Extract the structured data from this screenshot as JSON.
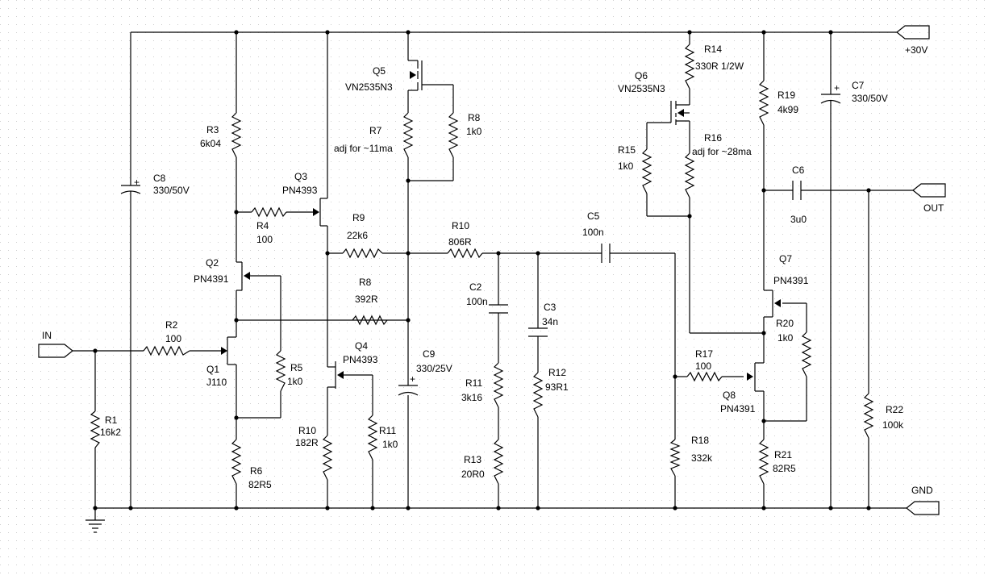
{
  "ports": {
    "in": "IN",
    "out": "OUT",
    "gnd": "GND",
    "vplus": "+30V"
  },
  "components": {
    "R1": {
      "ref": "R1",
      "value": "16k2"
    },
    "R2": {
      "ref": "R2",
      "value": "100"
    },
    "R3": {
      "ref": "R3",
      "value": "6k04"
    },
    "R4": {
      "ref": "R4",
      "value": "100"
    },
    "R5": {
      "ref": "R5",
      "value": "1k0"
    },
    "R6": {
      "ref": "R6",
      "value": "82R5"
    },
    "R7": {
      "ref": "R7",
      "value": "adj for ~11ma"
    },
    "R8a": {
      "ref": "R8",
      "value": "1k0"
    },
    "R8b": {
      "ref": "R8",
      "value": "392R"
    },
    "R9": {
      "ref": "R9",
      "value": "22k6"
    },
    "R10a": {
      "ref": "R10",
      "value": "806R"
    },
    "R10b": {
      "ref": "R10",
      "value": "182R"
    },
    "R11a": {
      "ref": "R11",
      "value": "1k0"
    },
    "R11b": {
      "ref": "R11",
      "value": "3k16"
    },
    "R12": {
      "ref": "R12",
      "value": "93R1"
    },
    "R13": {
      "ref": "R13",
      "value": "20R0"
    },
    "R14": {
      "ref": "R14",
      "value": "330R 1/2W"
    },
    "R15": {
      "ref": "R15",
      "value": "1k0"
    },
    "R16": {
      "ref": "R16",
      "value": "adj for ~28ma"
    },
    "R17": {
      "ref": "R17",
      "value": "100"
    },
    "R18": {
      "ref": "R18",
      "value": "332k"
    },
    "R19": {
      "ref": "R19",
      "value": "4k99"
    },
    "R20": {
      "ref": "R20",
      "value": "1k0"
    },
    "R21": {
      "ref": "R21",
      "value": "82R5"
    },
    "R22": {
      "ref": "R22",
      "value": "100k"
    },
    "C2": {
      "ref": "C2",
      "value": "100n"
    },
    "C3": {
      "ref": "C3",
      "value": "34n"
    },
    "C5": {
      "ref": "C5",
      "value": "100n"
    },
    "C6": {
      "ref": "C6",
      "value": "3u0"
    },
    "C7": {
      "ref": "C7",
      "value": "330/50V"
    },
    "C8": {
      "ref": "C8",
      "value": "330/50V"
    },
    "C9": {
      "ref": "C9",
      "value": "330/25V"
    },
    "Q1": {
      "ref": "Q1",
      "value": "J110"
    },
    "Q2": {
      "ref": "Q2",
      "value": "PN4391"
    },
    "Q3": {
      "ref": "Q3",
      "value": "PN4393"
    },
    "Q4": {
      "ref": "Q4",
      "value": "PN4393"
    },
    "Q5": {
      "ref": "Q5",
      "value": "VN2535N3"
    },
    "Q6": {
      "ref": "Q6",
      "value": "VN2535N3"
    },
    "Q7": {
      "ref": "Q7",
      "value": "PN4391"
    },
    "Q8": {
      "ref": "Q8",
      "value": "PN4391"
    }
  },
  "symbols": {
    "electrolytic_polarity": "+"
  }
}
